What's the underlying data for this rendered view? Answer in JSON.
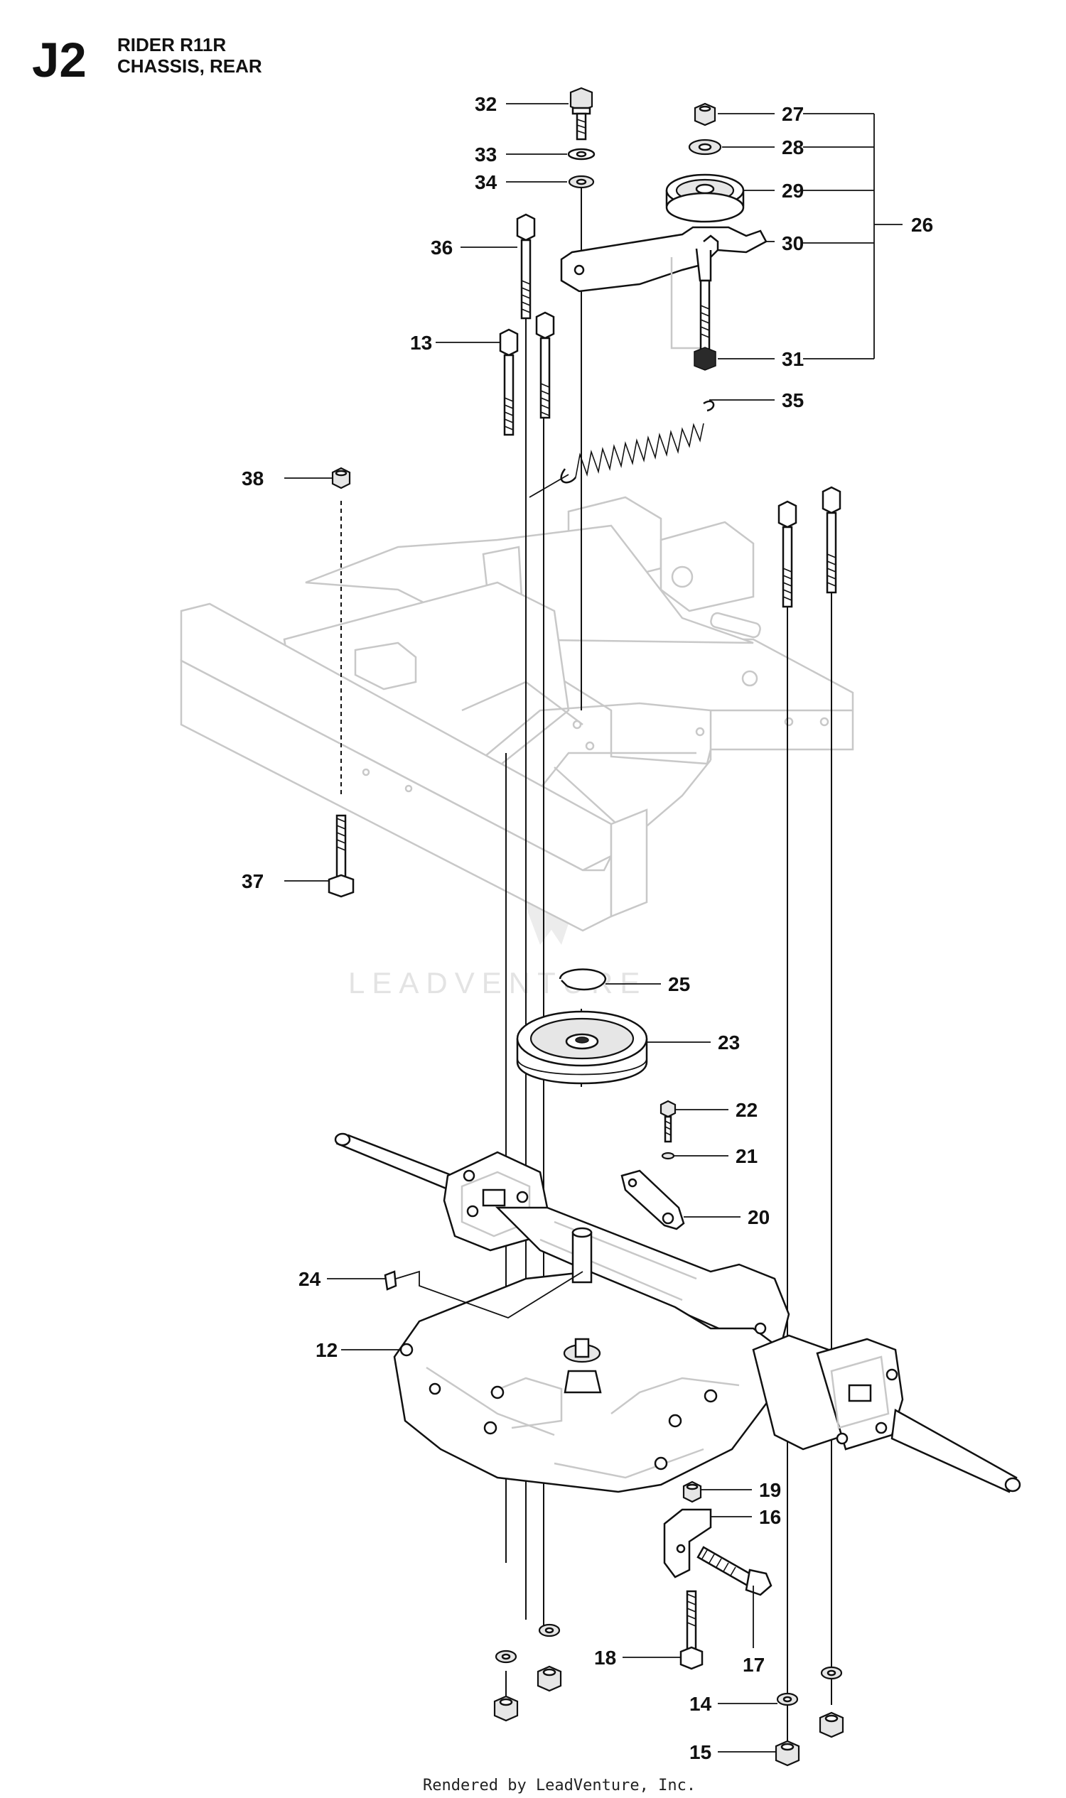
{
  "header": {
    "code": "J2",
    "model": "RIDER R11R",
    "section": "CHASSIS, REAR"
  },
  "watermark": "LEADVENTURE",
  "footer": "Rendered by LeadVenture, Inc.",
  "callouts": {
    "p12": "12",
    "p13": "13",
    "p14": "14",
    "p15": "15",
    "p16": "16",
    "p17": "17",
    "p18": "18",
    "p19": "19",
    "p20": "20",
    "p21": "21",
    "p22": "22",
    "p23": "23",
    "p24": "24",
    "p25": "25",
    "p26": "26",
    "p27": "27",
    "p28": "28",
    "p29": "29",
    "p30": "30",
    "p31": "31",
    "p32": "32",
    "p33": "33",
    "p34": "34",
    "p35": "35",
    "p36": "36",
    "p37": "37",
    "p38": "38"
  }
}
